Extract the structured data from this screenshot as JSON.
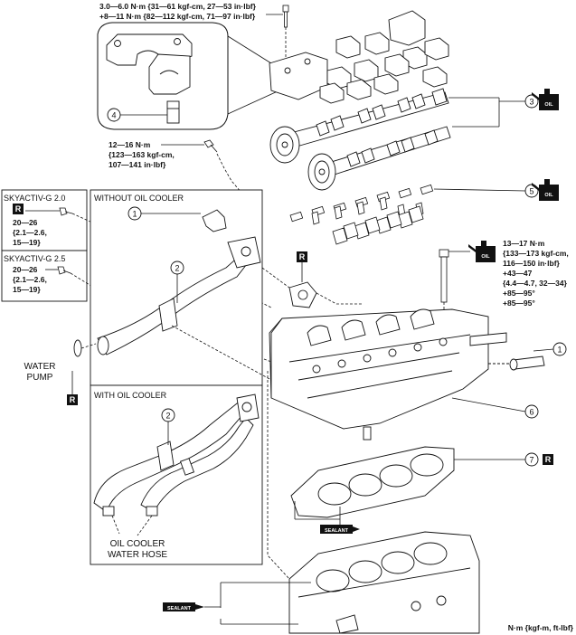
{
  "top_torque": {
    "l1": "3.0—6.0 N·m {31—61 kgf-cm, 27—53 in·lbf}",
    "l2": "+8—11 N·m {82—112 kgf-cm, 71—97 in·lbf}"
  },
  "mid_torque": {
    "l1": "12—16 N·m",
    "l2": "{123—163 kgf-cm,",
    "l3": "107—141 in·lbf}"
  },
  "skyactiv_20": {
    "title": "SKYACTIV-G 2.0",
    "badge": "R",
    "l1": "20—26",
    "l2": "{2.1—2.6,",
    "l3": "15—19}"
  },
  "skyactiv_25": {
    "title": "SKYACTIV-G 2.5",
    "l1": "20—26",
    "l2": "{2.1—2.6,",
    "l3": "15—19}"
  },
  "without_oil_cooler": "WITHOUT OIL COOLER",
  "with_oil_cooler": "WITH OIL COOLER",
  "water_pump": {
    "l1": "WATER",
    "l2": "PUMP",
    "badge": "R"
  },
  "oil_cooler_hose": {
    "l1": "OIL COOLER",
    "l2": "WATER HOSE"
  },
  "head_bolt_torque": {
    "l1": "13—17 N·m",
    "l2": "{133—173 kgf-cm,",
    "l3": "116—150 in·lbf}",
    "l4": "+43—47",
    "l5": "{4.4—4.7, 32—34}",
    "l6": "+85—95°",
    "l7": "+85—95°"
  },
  "callouts": {
    "c1": "1",
    "c2": "2",
    "c3": "3",
    "c4": "4",
    "c5": "5",
    "c6": "6",
    "c7": "7"
  },
  "r_badge": "R",
  "oil_label": "OIL",
  "sealant_label": "SEALANT",
  "unit_note": "N·m {kgf-m, ft-lbf}"
}
